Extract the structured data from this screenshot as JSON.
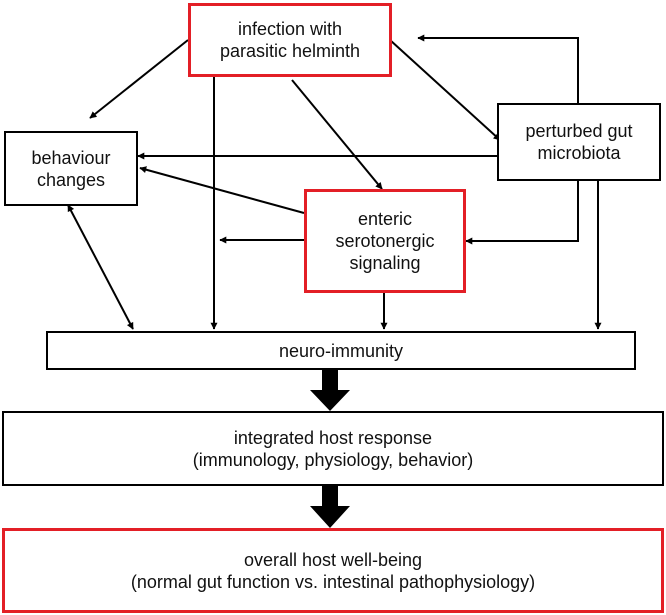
{
  "nodes": {
    "infection": "infection with\nparasitic helminth",
    "behaviour": "behaviour\nchanges",
    "microbiota": "perturbed gut\nmicrobiota",
    "serotonergic": "enteric\nserotonergic\nsignaling",
    "neuro_immunity": "neuro-immunity",
    "integrated": "integrated host response\n(immunology, physiology, behavior)",
    "wellbeing": "overall host well-being\n(normal gut function vs. intestinal pathophysiology)"
  },
  "colors": {
    "highlight_border": "#e31f26",
    "default_border": "#000000",
    "arrow": "#000000"
  }
}
